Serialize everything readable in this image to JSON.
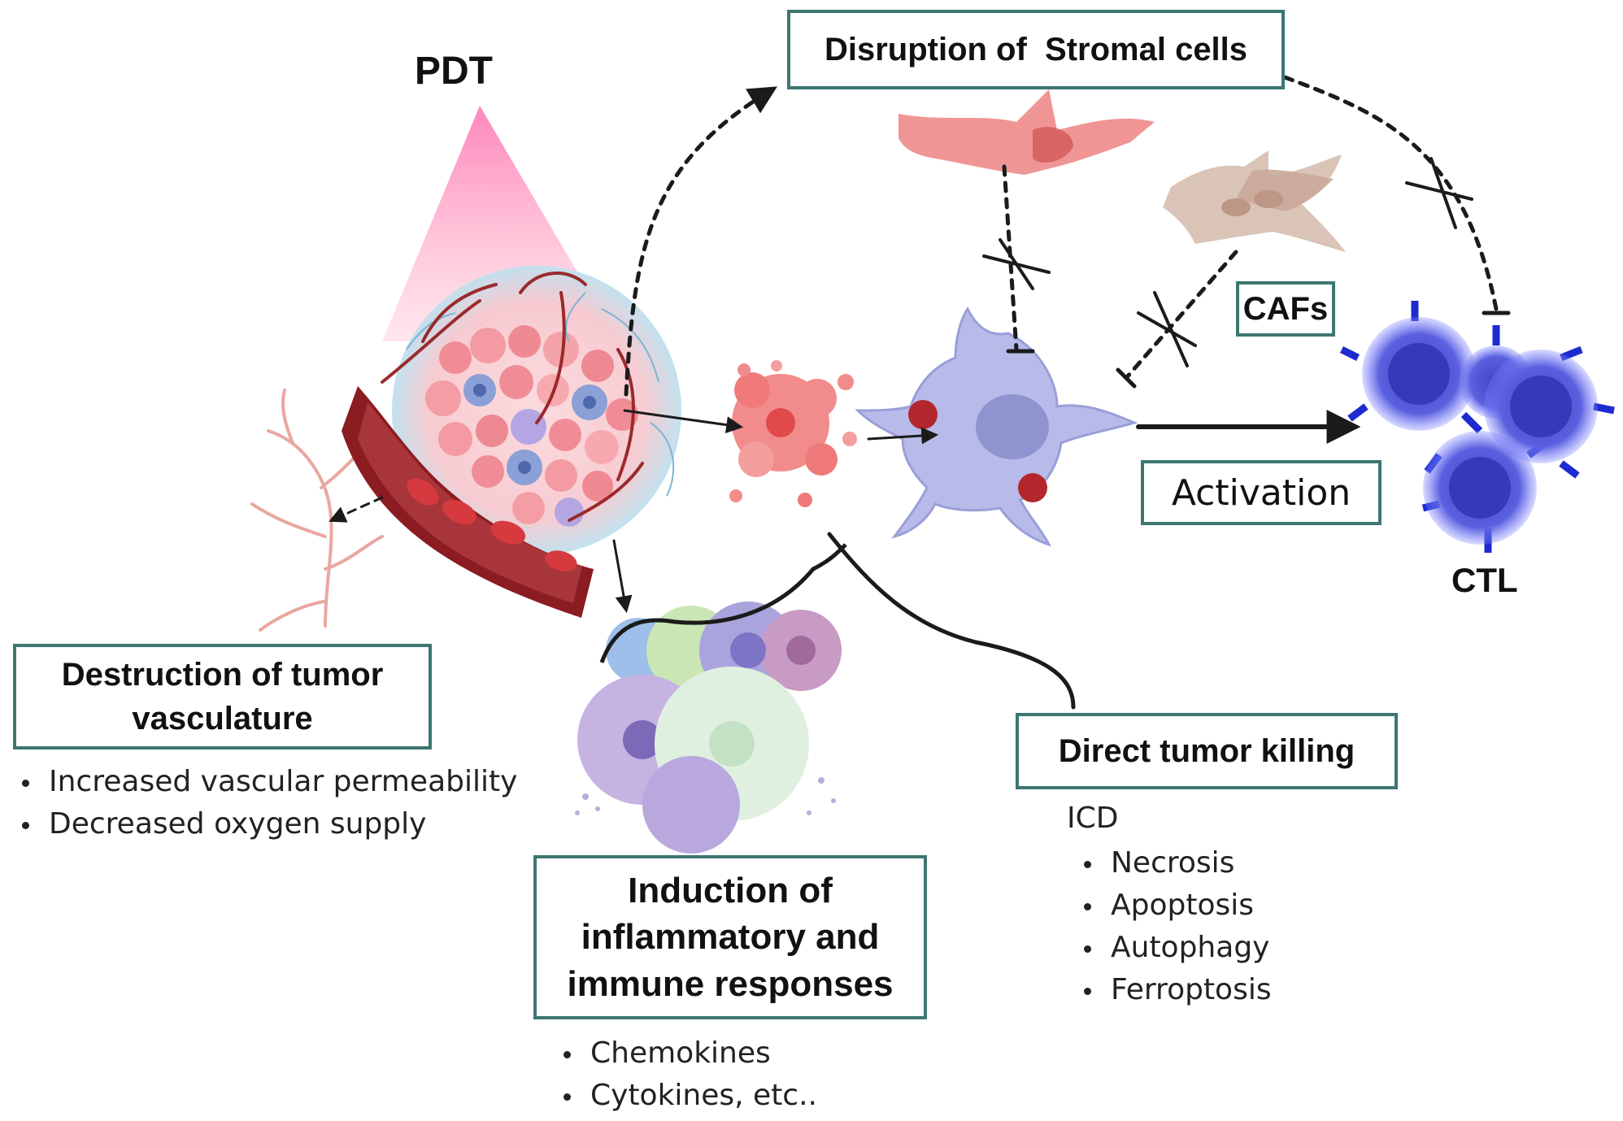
{
  "labels": {
    "pdt": "PDT",
    "cafs": "CAFs",
    "ctl": "CTL"
  },
  "boxes": {
    "stromal": "Disruption of  Stromal cells",
    "activation": "Activation",
    "vasculature": "Destruction of tumor vasculature",
    "direct_killing": "Direct tumor killing",
    "inflammatory": "Induction of inflammatory and immune responses"
  },
  "lists": {
    "vasculature": [
      "Increased vascular permeability",
      "Decreased oxygen supply"
    ],
    "direct_killing_heading": "ICD",
    "direct_killing": [
      "Necrosis",
      "Apoptosis",
      "Autophagy",
      "Ferroptosis"
    ],
    "inflammatory": [
      "Chemokines",
      "Cytokines, etc.."
    ]
  },
  "colors": {
    "box_border": "#3e7671",
    "laser": "#f7a6c6",
    "blood_vessel": "#8a1c22",
    "tumor_cells": "#f28b8b",
    "dendritic_cell": "#a9aee0",
    "ctl": "#3f45c8",
    "stromal_cell": "#ee8c8c",
    "caf": "#d7beb0"
  },
  "icons": [
    "laser-beam-icon",
    "tumor-icon",
    "blood-vessel-icon",
    "capillary-icon",
    "dying-cell-icon",
    "dendritic-cell-icon",
    "ctl-icon",
    "stromal-cell-icon",
    "caf-icon",
    "immune-cells-icon"
  ]
}
